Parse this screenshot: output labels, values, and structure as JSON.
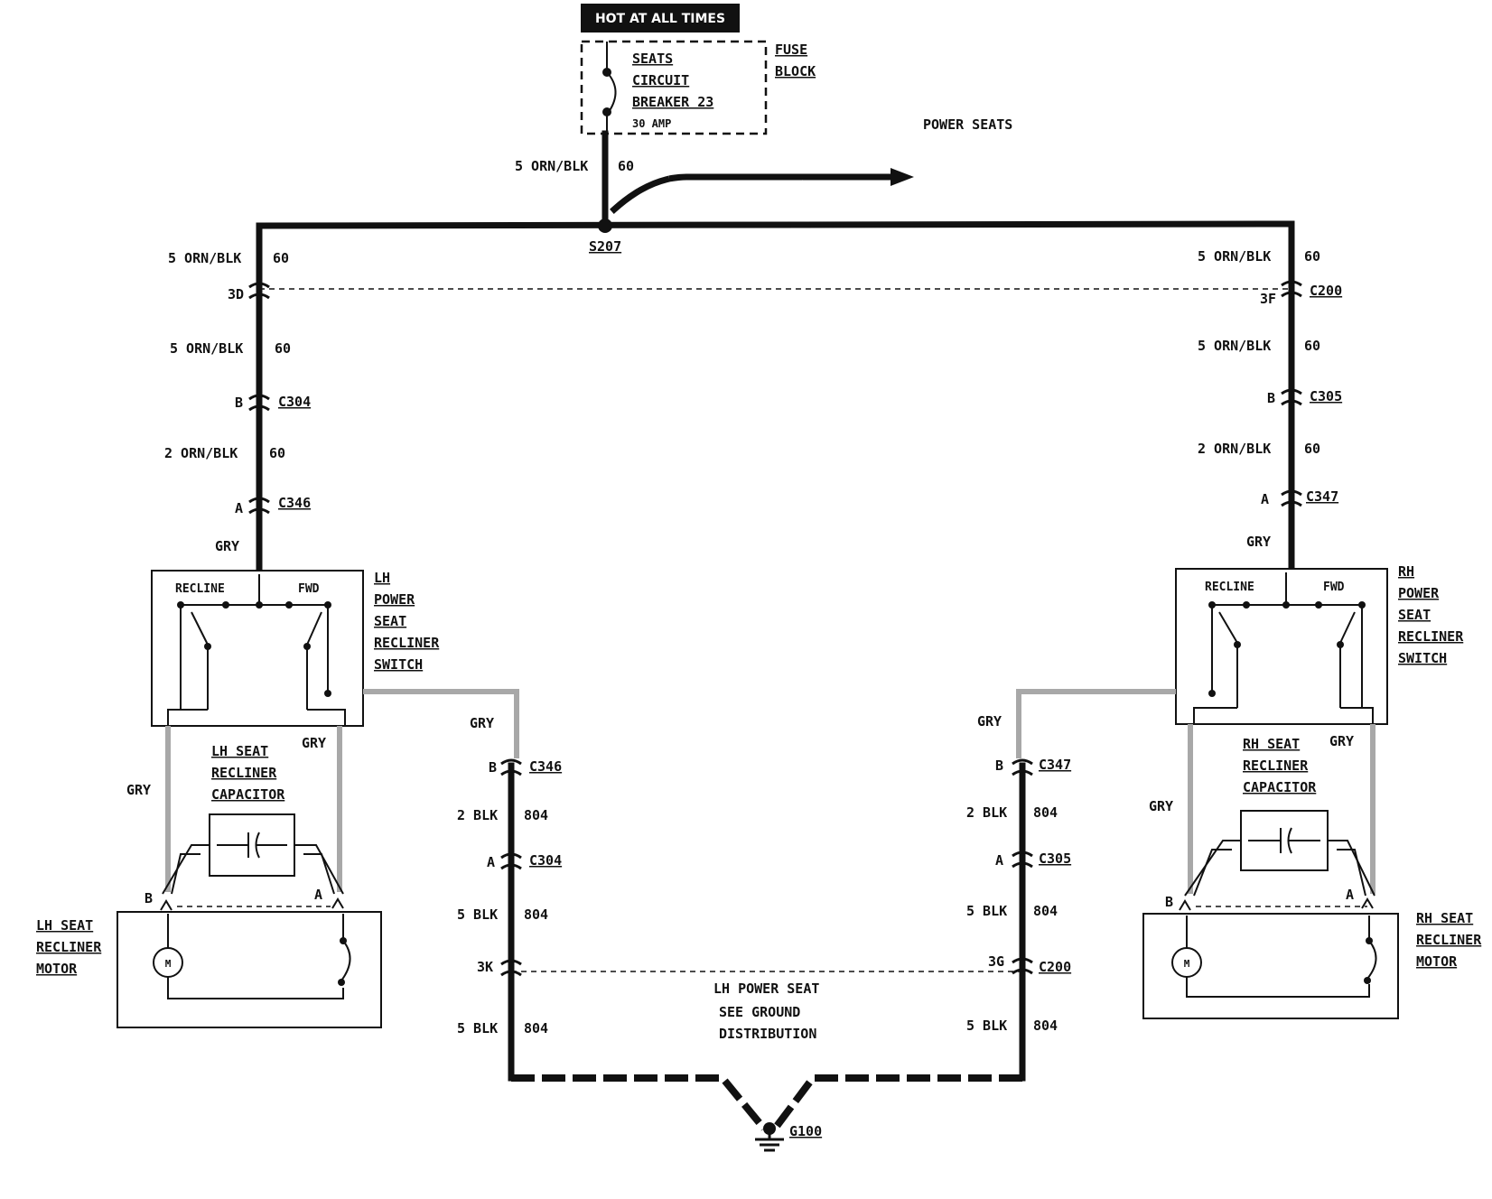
{
  "power": {
    "hot_label": "HOT AT ALL TIMES",
    "fuse_block": [
      "FUSE",
      "BLOCK"
    ],
    "breaker": [
      "SEATS",
      "CIRCUIT",
      "BREAKER 23"
    ],
    "breaker_rating": "30 AMP",
    "title": "POWER SEATS",
    "splice": "S207"
  },
  "wires": {
    "feed": {
      "label": "5 ORN/BLK",
      "circuit": "60"
    },
    "lh_upper": {
      "label": "5 ORN/BLK",
      "circuit": "60"
    },
    "lh_mid": {
      "label": "5 ORN/BLK",
      "circuit": "60"
    },
    "lh_low": {
      "label": "2 ORN/BLK",
      "circuit": "60"
    },
    "rh_upper": {
      "label": "5 ORN/BLK",
      "circuit": "60"
    },
    "rh_mid": {
      "label": "5 ORN/BLK",
      "circuit": "60"
    },
    "rh_low": {
      "label": "2 ORN/BLK",
      "circuit": "60"
    },
    "gry": "GRY",
    "ground_lh_1": {
      "label": "2 BLK",
      "circuit": "804"
    },
    "ground_lh_2": {
      "label": "5 BLK",
      "circuit": "804"
    },
    "ground_lh_3": {
      "label": "5 BLK",
      "circuit": "804"
    },
    "ground_rh_1": {
      "label": "2 BLK",
      "circuit": "804"
    },
    "ground_rh_2": {
      "label": "5 BLK",
      "circuit": "804"
    },
    "ground_rh_3": {
      "label": "5 BLK",
      "circuit": "804"
    }
  },
  "connectors": {
    "lh_top_pin": "3D",
    "rh_top_pin": "3F",
    "rh_top_name": "C200",
    "lh_c304_pin": "B",
    "lh_c304": "C304",
    "lh_c346_pin": "A",
    "lh_c346": "C346",
    "rh_c305_pin": "B",
    "rh_c305": "C305",
    "rh_c347_pin": "A",
    "rh_c347": "C347",
    "gnd_lh_c346_pin": "B",
    "gnd_lh_c346": "C346",
    "gnd_lh_c304_pin": "A",
    "gnd_lh_c304": "C304",
    "gnd_lh_c200_pin": "3K",
    "gnd_rh_c347_pin": "B",
    "gnd_rh_c347": "C347",
    "gnd_rh_c305_pin": "A",
    "gnd_rh_c305": "C305",
    "gnd_rh_c200_pin": "3G",
    "gnd_rh_c200": "C200",
    "ground": "G100"
  },
  "components": {
    "lh_switch": [
      "LH",
      "POWER",
      "SEAT",
      "RECLINER",
      "SWITCH"
    ],
    "rh_switch": [
      "RH",
      "POWER",
      "SEAT",
      "RECLINER",
      "SWITCH"
    ],
    "recline": "RECLINE",
    "fwd": "FWD",
    "lh_capacitor": [
      "LH SEAT",
      "RECLINER",
      "CAPACITOR"
    ],
    "rh_capacitor": [
      "RH SEAT",
      "RECLINER",
      "CAPACITOR"
    ],
    "lh_motor": [
      "LH SEAT",
      "RECLINER",
      "MOTOR"
    ],
    "rh_motor": [
      "RH SEAT",
      "RECLINER",
      "MOTOR"
    ],
    "motor_symbol": "M",
    "pin_b": "B",
    "pin_a": "A"
  },
  "ground_note": [
    "LH POWER SEAT",
    "SEE GROUND",
    "DISTRIBUTION"
  ]
}
